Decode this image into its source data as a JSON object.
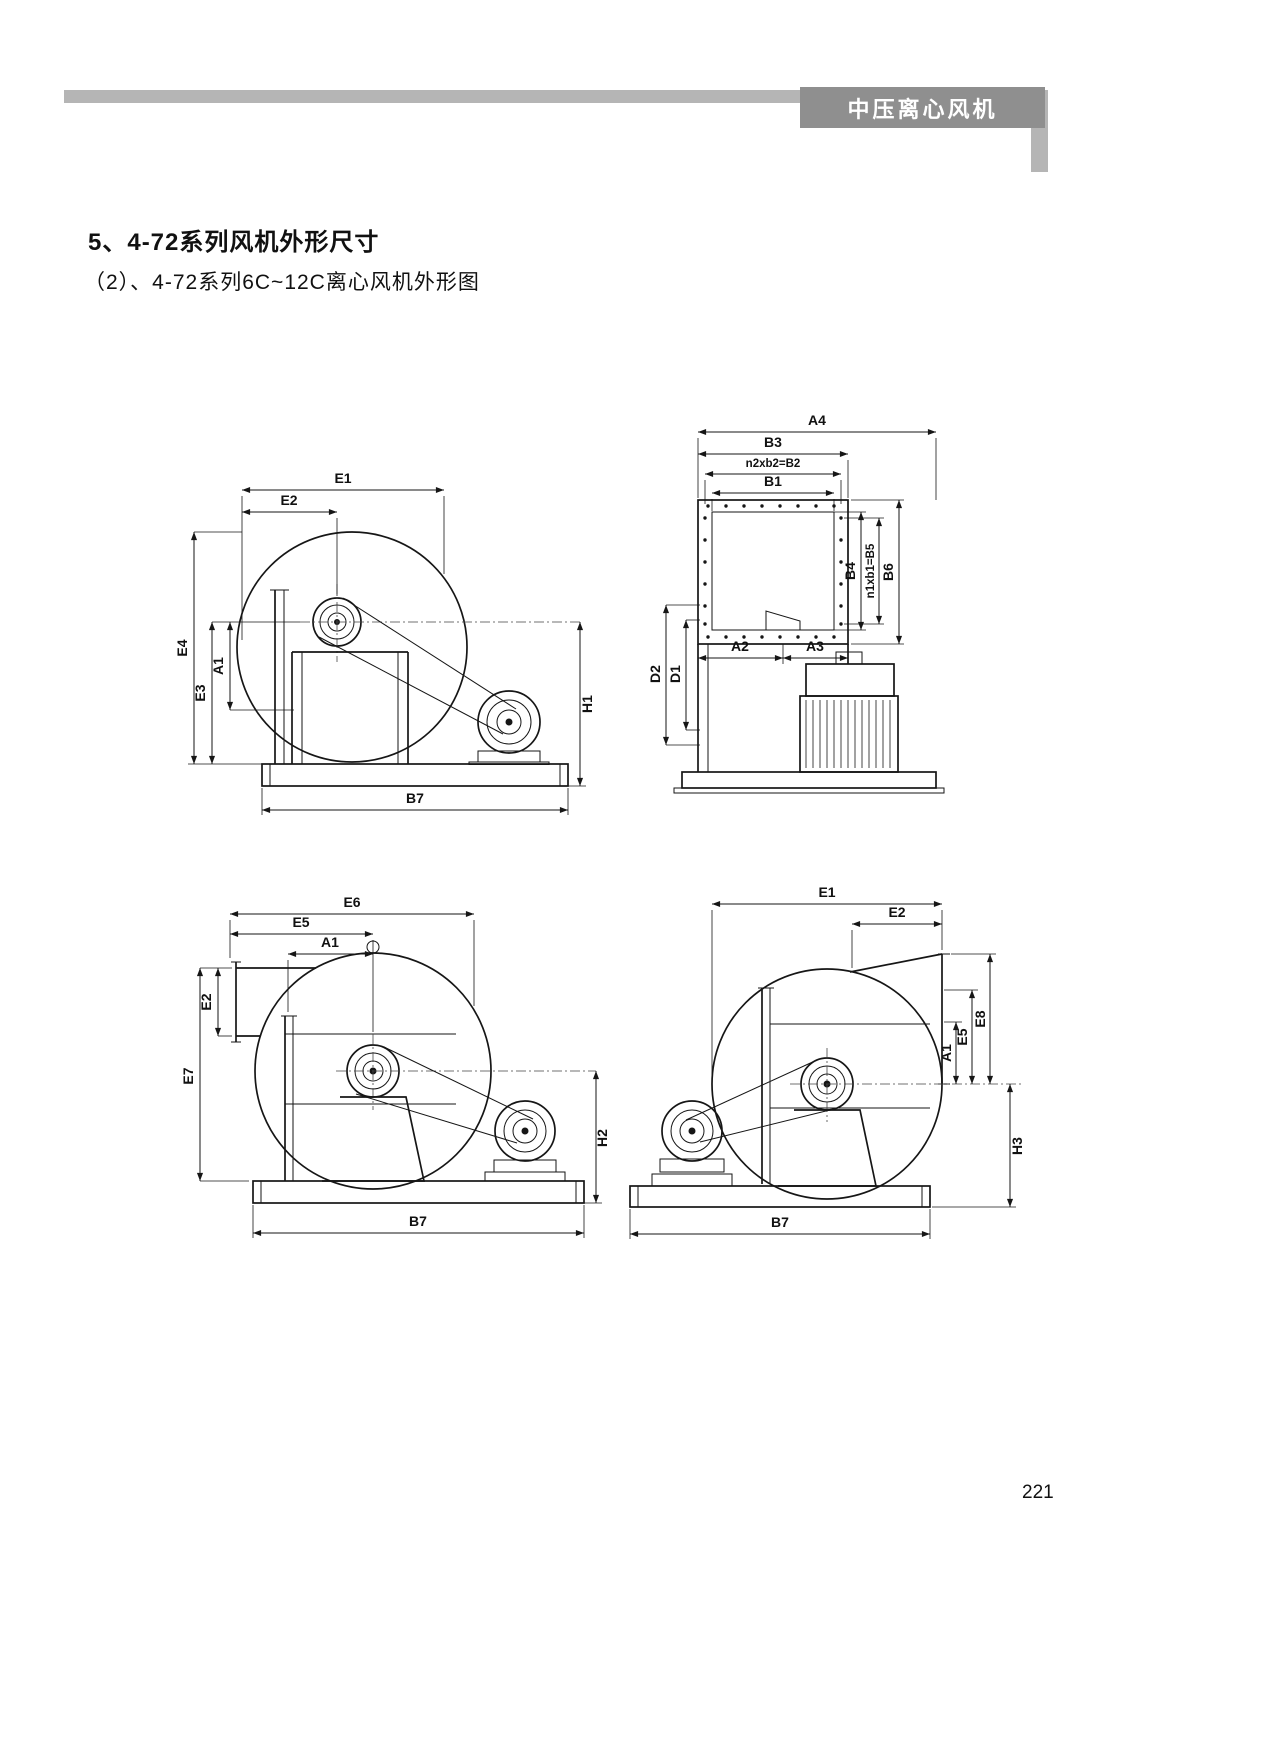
{
  "header": {
    "tab_label": "中压离心风机",
    "bar_color": "#b5b5b5",
    "tab_color": "#8f8f8f",
    "tab_text_color": "#ffffff"
  },
  "content": {
    "title": "5、4-72系列风机外形尺寸",
    "subtitle": "（2）、4-72系列6C~12C离心风机外形图"
  },
  "page": {
    "page_number": "221"
  },
  "drawings": {
    "top_left": {
      "labels": {
        "E1": "E1",
        "E2": "E2",
        "E4": "E4",
        "E3": "E3",
        "A1": "A1",
        "H1": "H1",
        "B7": "B7"
      }
    },
    "top_right": {
      "labels": {
        "A4": "A4",
        "B3": "B3",
        "B2": "n2xb2=B2",
        "B1": "B1",
        "B4": "B4",
        "B5": "n1xb1=B5",
        "B6": "B6",
        "D2": "D2",
        "D1": "D1",
        "A2": "A2",
        "A3": "A3"
      }
    },
    "bottom_left": {
      "labels": {
        "E6": "E6",
        "E5": "E5",
        "A1": "A1",
        "E2": "E2",
        "E7": "E7",
        "H2": "H2",
        "B7": "B7"
      }
    },
    "bottom_right": {
      "labels": {
        "E1": "E1",
        "E2": "E2",
        "E5": "E5",
        "A1": "A1",
        "E8": "E8",
        "H3": "H3",
        "B7": "B7"
      }
    }
  }
}
